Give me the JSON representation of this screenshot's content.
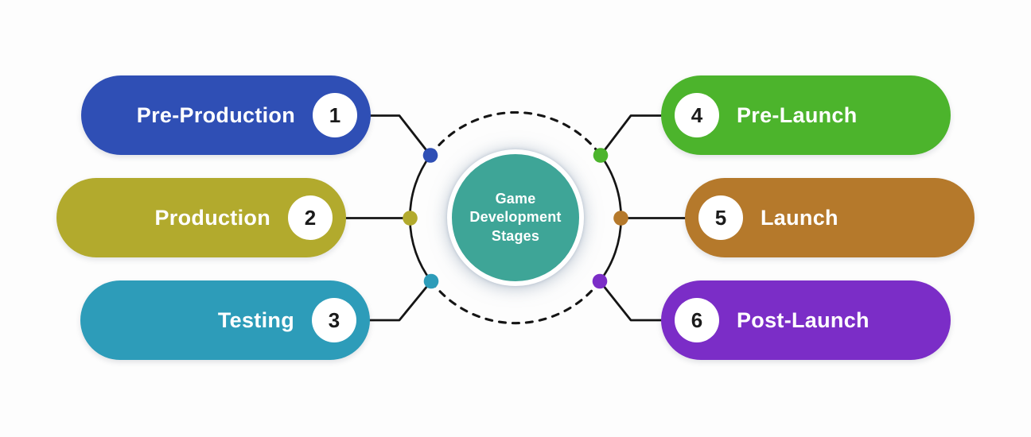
{
  "page": {
    "background": "#fdfdfd",
    "connector_color": "#151515",
    "number_text_color": "#1b1b1b",
    "badge_background": "#ffffff"
  },
  "center": {
    "text": "Game Development Stages",
    "color": "#3EA597",
    "ring_color": "#ffffff",
    "text_color": "#ffffff"
  },
  "stages": [
    {
      "number": "1",
      "label": "Pre-Production",
      "color": "#2F4FB5",
      "side": "left"
    },
    {
      "number": "2",
      "label": "Production",
      "color": "#B2AA2D",
      "side": "left"
    },
    {
      "number": "3",
      "label": "Testing",
      "color": "#2D9CB9",
      "side": "left"
    },
    {
      "number": "4",
      "label": "Pre-Launch",
      "color": "#4CB42C",
      "side": "right"
    },
    {
      "number": "5",
      "label": "Launch",
      "color": "#B5792B",
      "side": "right"
    },
    {
      "number": "6",
      "label": "Post-Launch",
      "color": "#7B2DC7",
      "side": "right"
    }
  ]
}
